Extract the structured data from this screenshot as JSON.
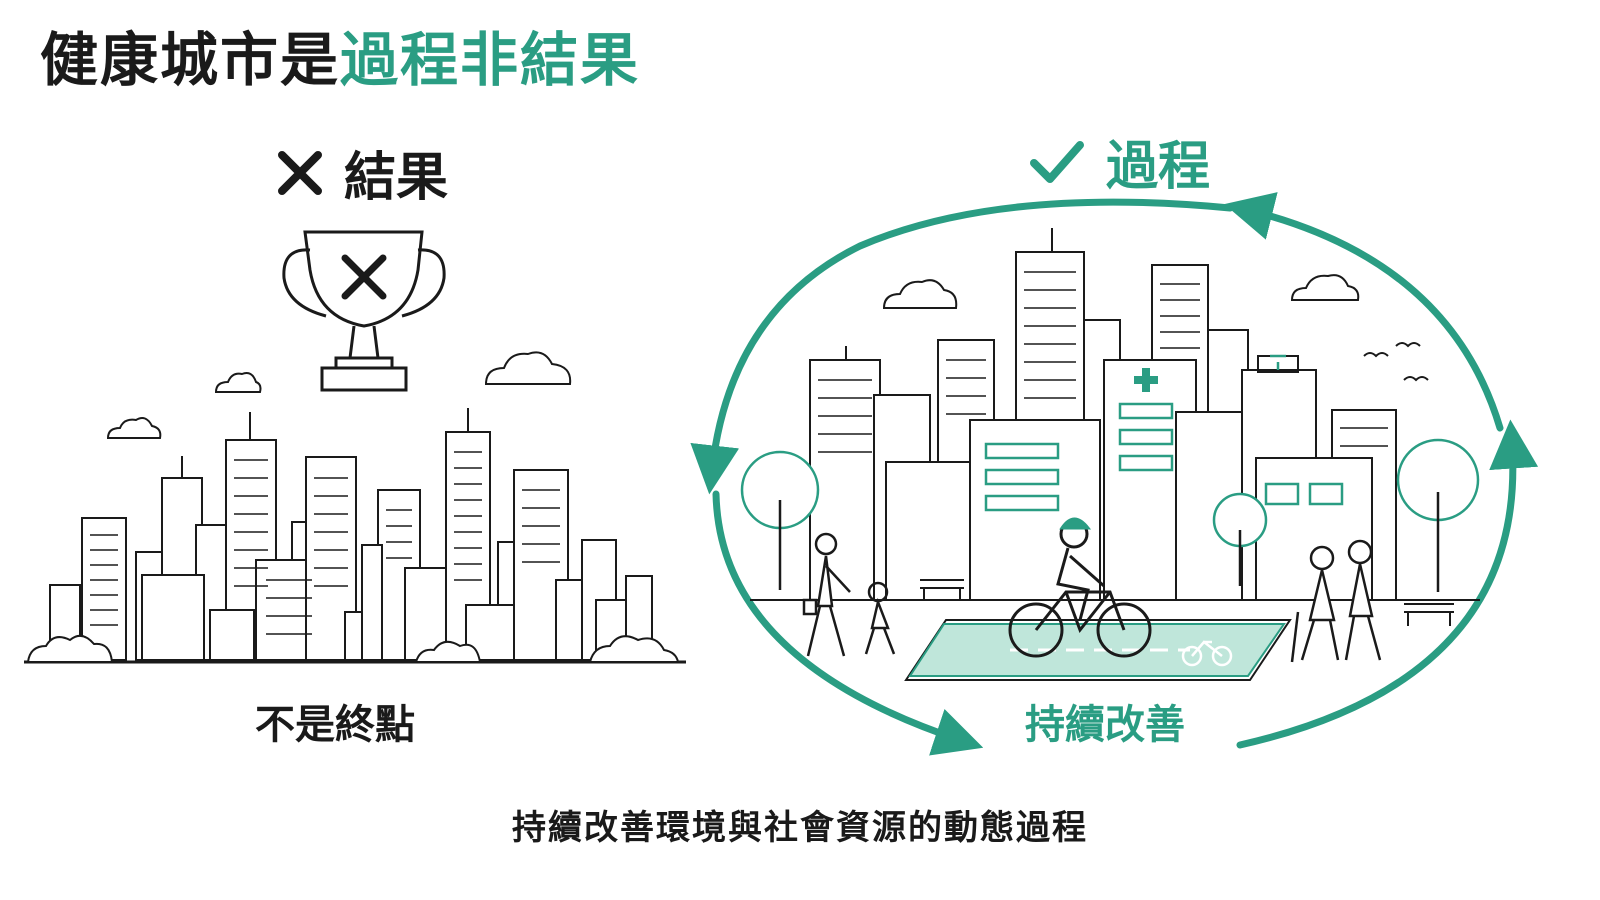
{
  "title": {
    "prefix": "健康城市是",
    "accent": "過程非結果"
  },
  "left": {
    "heading": "結果",
    "caption": "不是終點"
  },
  "right": {
    "heading": "過程",
    "caption": "持續改善"
  },
  "footer": "持續改善環境與社會資源的動態過程",
  "colors": {
    "accent": "#2a9d83",
    "text": "#1a1a1a"
  }
}
